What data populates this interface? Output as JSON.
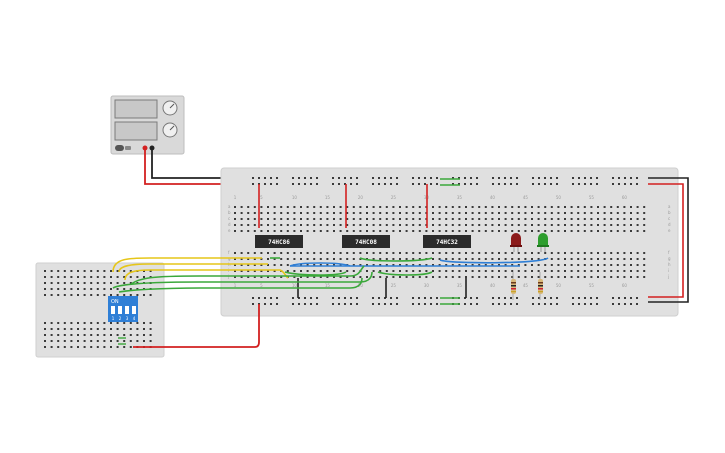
{
  "chips": [
    {
      "label": "74HC86"
    },
    {
      "label": "74HC08"
    },
    {
      "label": "74HC32"
    }
  ],
  "dip_switch": {
    "on_label": "ON",
    "numbers": [
      "1",
      "2",
      "3",
      "4"
    ]
  },
  "power_supply": {
    "knob_count": 2
  },
  "leds": [
    {
      "color": "#8b1a1a"
    },
    {
      "color": "#2e9e2e"
    }
  ],
  "wire_colors": {
    "red": "#d32020",
    "black": "#222222",
    "yellow": "#e6c619",
    "green": "#3aa83a",
    "blue": "#2f7fd6"
  },
  "main_board": {
    "column_numbers": [
      "1",
      "5",
      "10",
      "15",
      "20",
      "25",
      "30",
      "35",
      "40",
      "45",
      "50",
      "55",
      "60"
    ],
    "row_letters_top": [
      "a",
      "b",
      "c",
      "d",
      "e"
    ],
    "row_letters_bottom": [
      "f",
      "g",
      "h",
      "i",
      "j"
    ]
  }
}
